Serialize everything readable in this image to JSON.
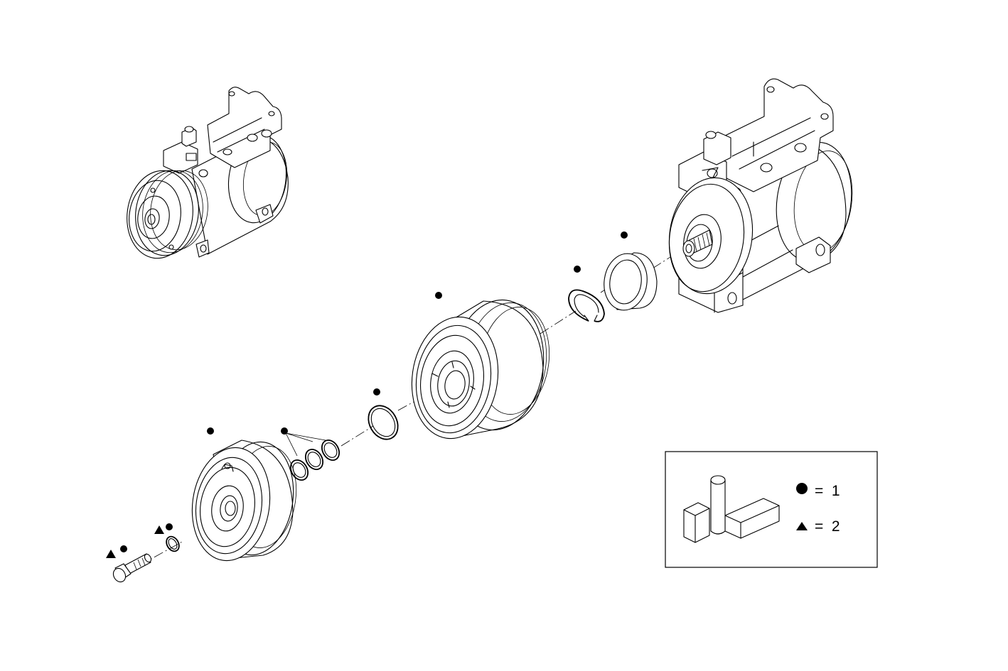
{
  "legend": {
    "items": [
      {
        "symbol": "circle",
        "text": "=  1"
      },
      {
        "symbol": "triangle",
        "text": "=  2"
      }
    ]
  },
  "colors": {
    "line": "#000000",
    "background": "#ffffff"
  }
}
